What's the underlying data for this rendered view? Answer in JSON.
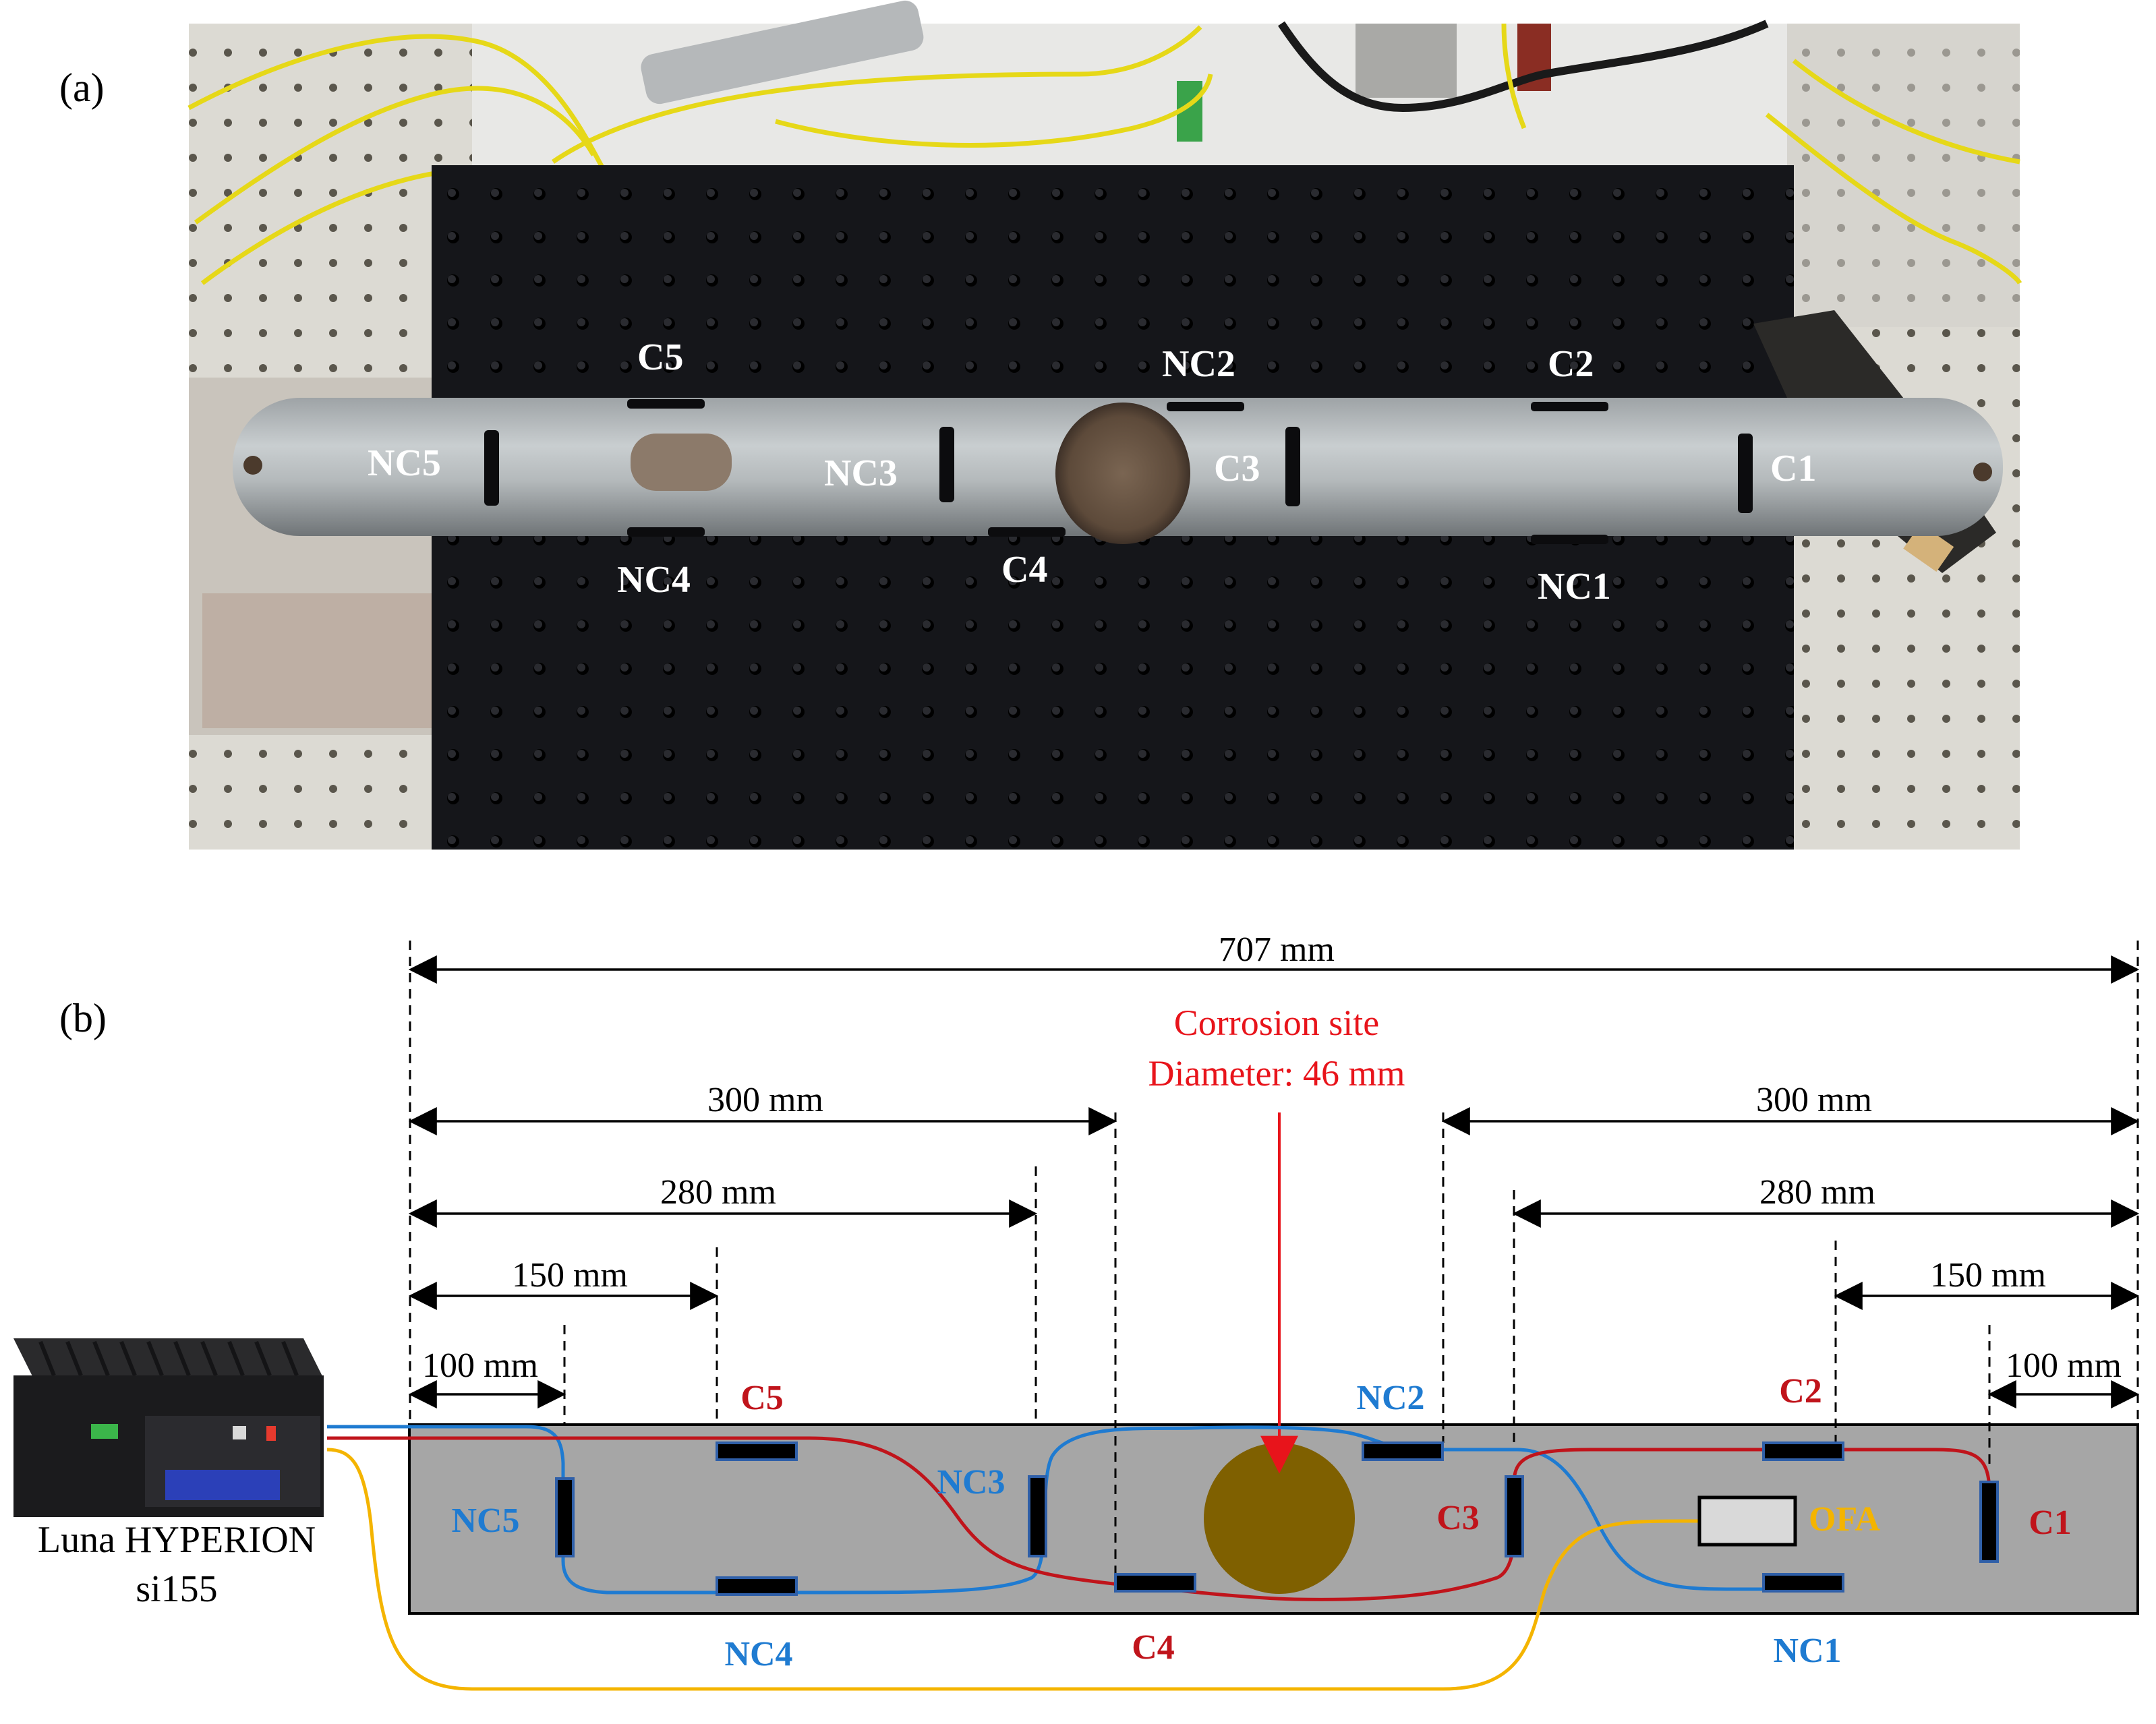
{
  "panel_a": {
    "label": "(a)",
    "sensor_labels": {
      "c5": "C5",
      "nc2": "NC2",
      "c2": "C2",
      "nc5": "NC5",
      "nc3": "NC3",
      "c3": "C3",
      "c1": "C1",
      "nc4": "NC4",
      "c4": "C4",
      "nc1": "NC1"
    }
  },
  "panel_b": {
    "label": "(b)",
    "device": {
      "line1": "Luna HYPERION",
      "line2": "si155"
    },
    "corrosion": {
      "line1": "Corrosion site",
      "line2": "Diameter: 46 mm"
    },
    "dimensions": {
      "total": "707 mm",
      "left_300": "300 mm",
      "right_300": "300 mm",
      "left_280": "280 mm",
      "right_280": "280 mm",
      "left_150": "150 mm",
      "right_150": "150 mm",
      "left_100": "100 mm",
      "right_100": "100 mm"
    },
    "sensor_labels": {
      "c5": "C5",
      "nc2": "NC2",
      "c2": "C2",
      "nc5": "NC5",
      "nc3": "NC3",
      "c3": "C3",
      "c1": "C1",
      "ofa": "OFA",
      "nc4": "NC4",
      "c4": "C4",
      "nc1": "NC1"
    }
  },
  "colors": {
    "nc_fiber": "#1f7bd1",
    "c_fiber": "#c0141b",
    "ofa_fiber": "#f4b400",
    "pipe_diagram": "#a6a6a6",
    "corrosion_fill": "#7f6000",
    "sensor_fill": "#000000"
  }
}
